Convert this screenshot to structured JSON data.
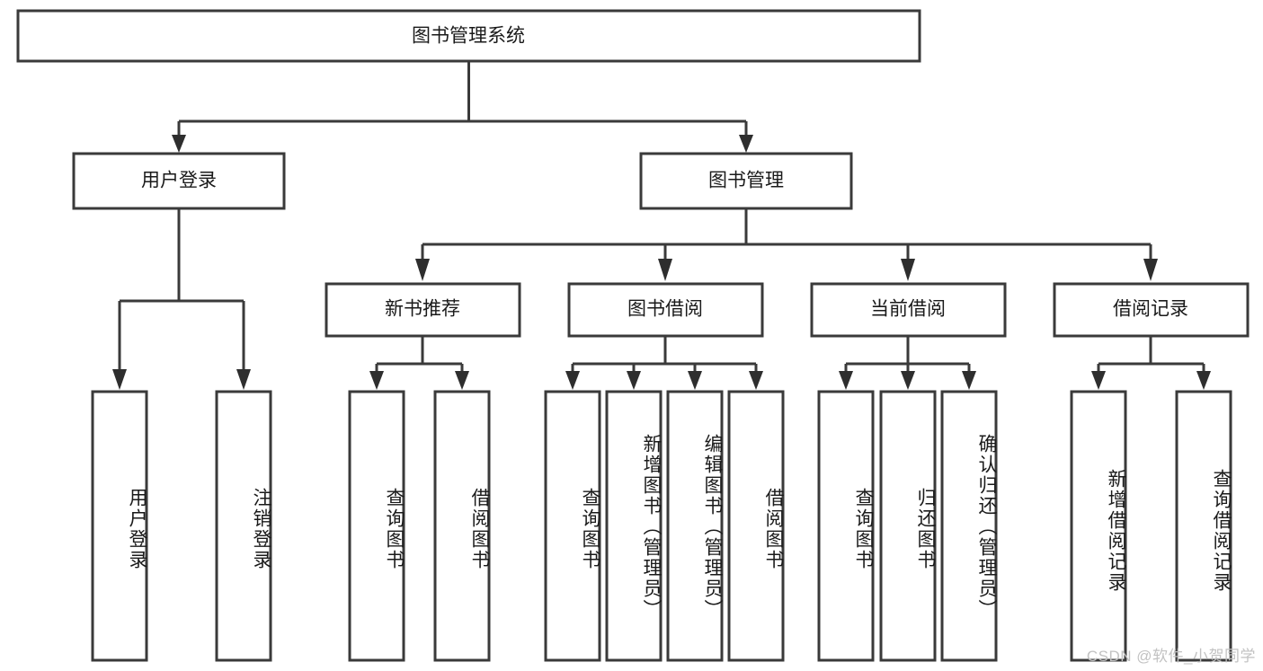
{
  "diagram": {
    "title": "图书管理系统",
    "type": "tree-hierarchy-diagram",
    "watermark": "CSDN @软件_小贺同学",
    "colors": {
      "box_stroke": "#3a3a3a",
      "box_fill": "#ffffff",
      "edge": "#3a3a3a",
      "text": "#1a1a1a",
      "watermark": "#c2c2c2",
      "background": "#ffffff"
    },
    "levels": {
      "root": {
        "label": "图书管理系统"
      },
      "level2": [
        {
          "label": "用户登录"
        },
        {
          "label": "图书管理"
        }
      ],
      "level3": [
        {
          "label": "新书推荐"
        },
        {
          "label": "图书借阅"
        },
        {
          "label": "当前借阅"
        },
        {
          "label": "借阅记录"
        }
      ],
      "leaves": {
        "user_login": [
          {
            "label": "用户登录"
          },
          {
            "label": "注销登录"
          }
        ],
        "new_book_recommend": [
          {
            "label": "查询图书"
          },
          {
            "label": "借阅图书"
          }
        ],
        "book_borrow": [
          {
            "label": "查询图书"
          },
          {
            "label": "新增图书（管理员）"
          },
          {
            "label": "编辑图书（管理员）"
          },
          {
            "label": "借阅图书"
          }
        ],
        "current_borrow": [
          {
            "label": "查询图书"
          },
          {
            "label": "归还图书"
          },
          {
            "label": "确认归还（管理员）"
          }
        ],
        "borrow_record": [
          {
            "label": "新增借阅记录"
          },
          {
            "label": "查询借阅记录"
          }
        ]
      }
    }
  }
}
